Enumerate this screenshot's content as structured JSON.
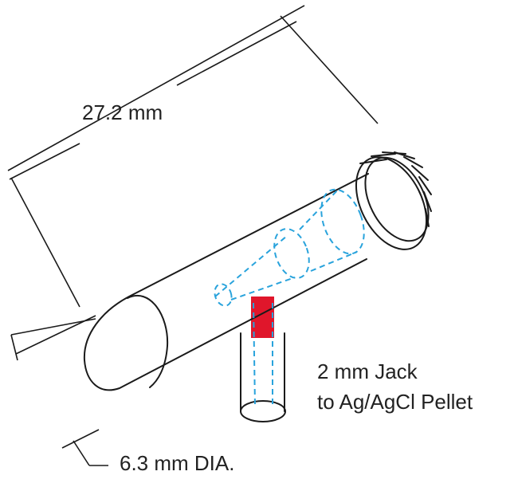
{
  "labels": {
    "length": "27.2 mm",
    "diameter": "6.3 mm DIA.",
    "jack_line1": "2 mm Jack",
    "jack_line2": "to Ag/AgCl Pellet"
  },
  "colors": {
    "outline": "#1a1a1a",
    "hidden_parts": "#29a3dc",
    "jack_contact": "#e0162b"
  }
}
